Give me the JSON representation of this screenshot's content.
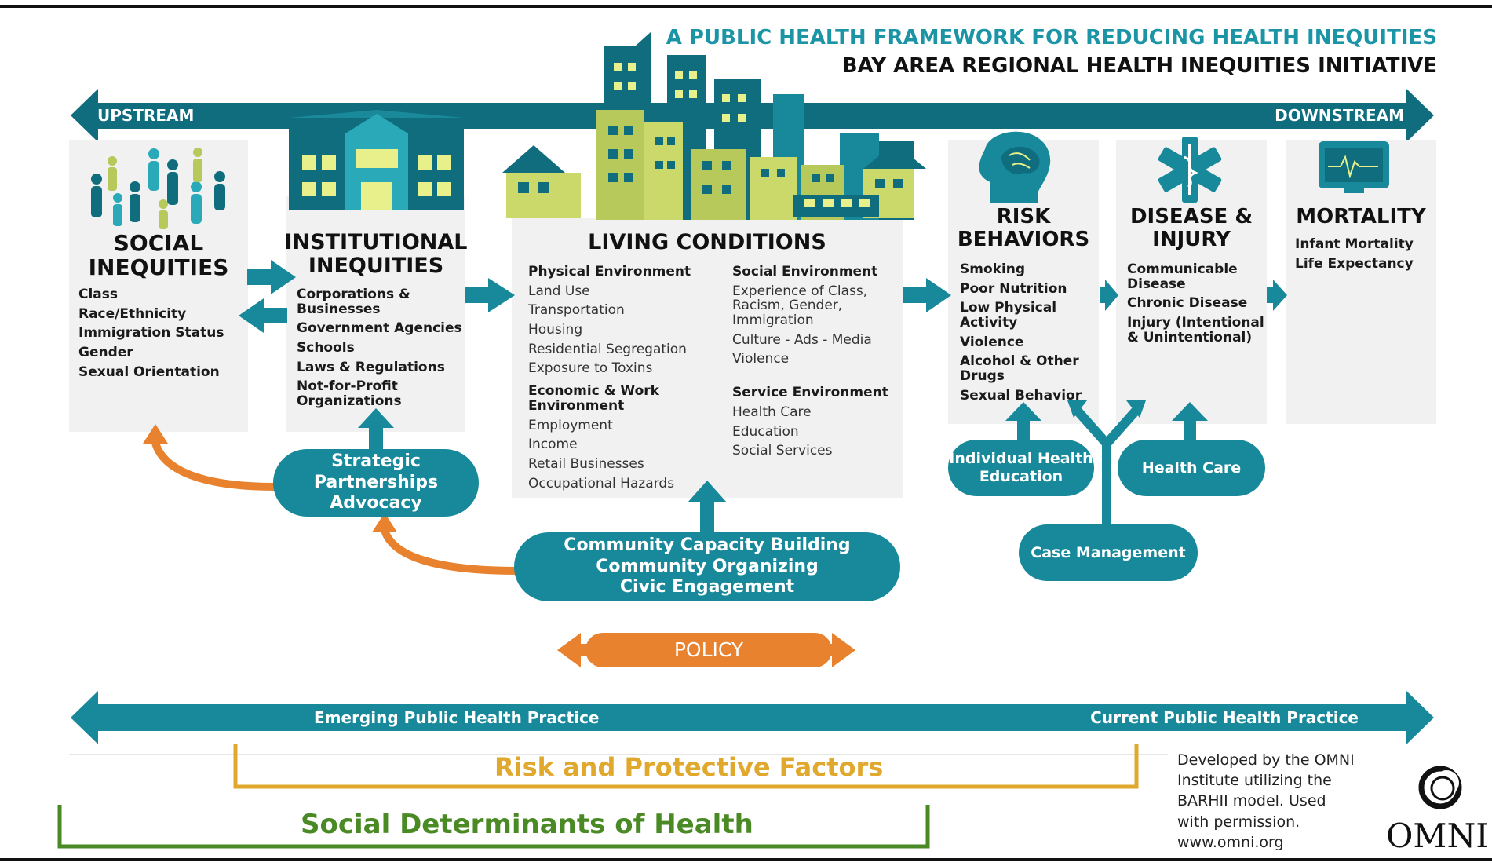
{
  "header": {
    "title": "A PUBLIC HEALTH FRAMEWORK  FOR REDUCING HEALTH INEQUITIES",
    "subtitle": "BAY AREA REGIONAL HEALTH INEQUITIES INITIATIVE"
  },
  "top_arrow": {
    "left": "UPSTREAM",
    "right": "DOWNSTREAM"
  },
  "panels": {
    "social": {
      "title_1": "SOCIAL",
      "title_2": "INEQUITIES",
      "items": [
        "Class",
        "Race/Ethnicity",
        "Immigration Status",
        "Gender",
        "Sexual Orientation"
      ]
    },
    "institutional": {
      "title_1": "INSTITUTIONAL",
      "title_2": "INEQUITIES",
      "items": [
        "Corporations & Businesses",
        "Government Agencies",
        "Schools",
        "Laws & Regulations",
        "Not-for-Profit Organizations"
      ]
    },
    "living": {
      "title": "LIVING CONDITIONS",
      "col1": [
        {
          "h": "Physical Environment",
          "items": [
            "Land Use",
            "Transportation",
            "Housing",
            "Residential Segregation",
            "Exposure to Toxins"
          ]
        },
        {
          "h": "Economic & Work Environment",
          "items": [
            "Employment",
            "Income",
            "Retail Businesses",
            "Occupational Hazards"
          ]
        }
      ],
      "col2": [
        {
          "h": "Social Environment",
          "items": [
            "Experience of Class, Racism, Gender, Immigration",
            "Culture - Ads - Media",
            "Violence"
          ]
        },
        {
          "h": "Service Environment",
          "items": [
            "Health Care",
            "Education",
            "Social Services"
          ]
        }
      ]
    },
    "risk": {
      "title_1": "RISK",
      "title_2": "BEHAVIORS",
      "items": [
        "Smoking",
        "Poor Nutrition",
        "Low Physical Activity",
        "Violence",
        "Alcohol & Other Drugs",
        "Sexual Behavior"
      ]
    },
    "disease": {
      "title_1": "DISEASE &",
      "title_2": "INJURY",
      "items": [
        "Communicable Disease",
        "Chronic Disease",
        "Injury (Intentional & Unintentional)"
      ]
    },
    "mortality": {
      "title": "MORTALITY",
      "items": [
        "Infant Mortality",
        "Life Expectancy"
      ]
    }
  },
  "interventions": {
    "strategic": [
      "Strategic",
      "Partnerships",
      "Advocacy"
    ],
    "community": [
      "Community Capacity Building",
      "Community Organizing",
      "Civic Engagement"
    ],
    "individual": [
      "Individual Health",
      "Education"
    ],
    "health_care": "Health Care",
    "case_management": "Case Management",
    "policy": "POLICY"
  },
  "practice_arrow": {
    "left": "Emerging Public Health Practice",
    "right": "Current Public Health Practice"
  },
  "brackets": {
    "risk_protective": "Risk and Protective Factors",
    "social_determinants": "Social Determinants of Health"
  },
  "credit": [
    "Developed by the OMNI",
    "Institute utilizing the",
    "BARHII model.  Used",
    "with permission.",
    "www.omni.org"
  ],
  "logo": {
    "text": "OMNI"
  },
  "colors": {
    "teal": "#17899a",
    "dark_teal": "#0f6d7e",
    "orange": "#e8822e",
    "gold": "#e0a82c",
    "green": "#4a8a24",
    "lime": "#cbd96a"
  }
}
